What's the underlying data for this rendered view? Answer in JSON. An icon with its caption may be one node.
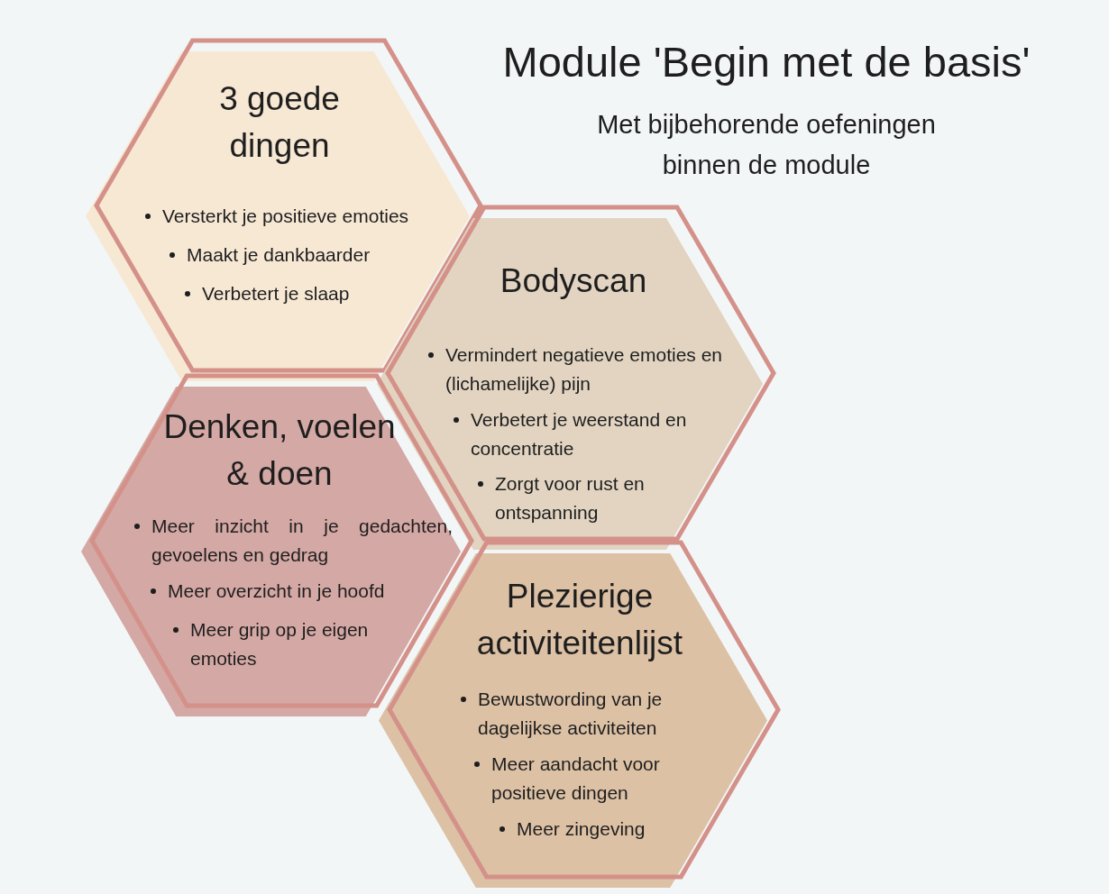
{
  "diagram": {
    "title": "Module 'Begin met de basis'",
    "nodes": [
      {
        "text": [
          "3 goede dingen",
          "Versterkt je positieve emoties",
          "Maakt je dankbaarder",
          "Verbetert je slaap"
        ]
      },
      {
        "text": [
          "Bodyscan",
          "Vermindert negatieve emoties en (lichamelijke) pijn",
          "Verbetert je weerstand en concentratie",
          "Zorgt voor rust en ontspanning"
        ]
      },
      {
        "text": [
          "Denken, voelen & doen",
          "Meer inzicht in je gedachten, gevoelens en gedrag",
          "Meer overzicht in je hoofd",
          "Meer grip op je eigen emoties"
        ]
      },
      {
        "text": [
          "Plezierige activiteitenlijst",
          "Bewustwording van je dagelijkse activiteiten",
          "Meer aandacht voor positieve dingen",
          "Meer zingeving"
        ]
      }
    ],
    "labels": [
      "Met bijbehorende oefeningen binnen de module"
    ]
  }
}
